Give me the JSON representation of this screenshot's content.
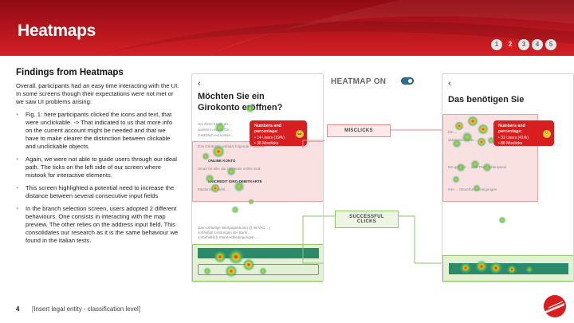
{
  "slide": {
    "title": "Heatmaps",
    "page_indicator": [
      "1",
      "2",
      "3",
      "4",
      "5"
    ],
    "active_page": "2",
    "footer_page": "4",
    "footer_text": "[Insert legal entity - classification level]"
  },
  "findings": {
    "heading": "Findings from Heatmaps",
    "intro": "Overall, participants had an easy time interacting with the UI. In some screens though their expectations were not met or we saw UI problems arising:",
    "bullets": [
      "Fig. 1: here participants clicked the icons and text, that were unclickable.  ->  That indicated to us that more info on the current account might be needed and that we have to make clearer the distinction between clickable and unclickable objects.",
      "Again, we were not able to guide users through our ideal path. The ticks on the left side of our screen where mistook for interactive elements.",
      "This screen highlighted a potential need to increase the distance between several consecutive input fields",
      "In the branch selection screen, users adopted 2 different behaviours. One consists in interacting with the map preview. The other relies on the address input field. This consolidates our research as it is the same behaviour we found in the Italian tests."
    ]
  },
  "heatmap": {
    "toggle_label": "HEATMAP ON",
    "toggle_on": true,
    "misclicks_label": "MISCLICKS",
    "successful_label": "SUCCESSFUL CLICKS",
    "colors": {
      "misclick": "#d81e1e",
      "success": "#8fc66a",
      "accent": "#2a6f97"
    }
  },
  "screen1": {
    "title_line1": "Möchten Sie ein",
    "title_line2": "Girokonto eröffnen?",
    "body_lines": [
      "Um Ihren Kredit als ...",
      "andere in einem Gir...",
      "zusätzlich ein kosten..."
    ],
    "section_text": "Das Girokonto umfasst folgende Produkte:",
    "product1": "ONLINE KONTO",
    "product1_desc": "Smart für alle, die zu Hause online sind.",
    "product2": "UNICREDIT GIRO-DEBITKARTE",
    "product2_desc": "Mastercard Debit ...",
    "footnote_lines": [
      "Das vorläufige Wertpapierkonto (§ 48 VAG ...)",
      "vorläufige Leistungen der Bank ...",
      "vorbehaltlich Standardbedingungen ..."
    ],
    "tooltip_heading": "Numbers and percentage:",
    "tooltip_lines": [
      "14 Users (19%)",
      "36 Misclicks"
    ],
    "tooltip_icon": "grinning-sweat-emoji"
  },
  "screen2": {
    "title": "Das benötigen Sie",
    "rows": [
      "Ein ...",
      "aktive Girokonto ...",
      "Ein gültiger ... oder Personalausweis",
      "Ihre ... Steuerbescheinigungen"
    ],
    "tooltip_heading": "Numbers and percentage:",
    "tooltip_lines": [
      "31 Users (41%)",
      "88 Misclicks"
    ],
    "tooltip_icon": "confused-face-emoji"
  }
}
